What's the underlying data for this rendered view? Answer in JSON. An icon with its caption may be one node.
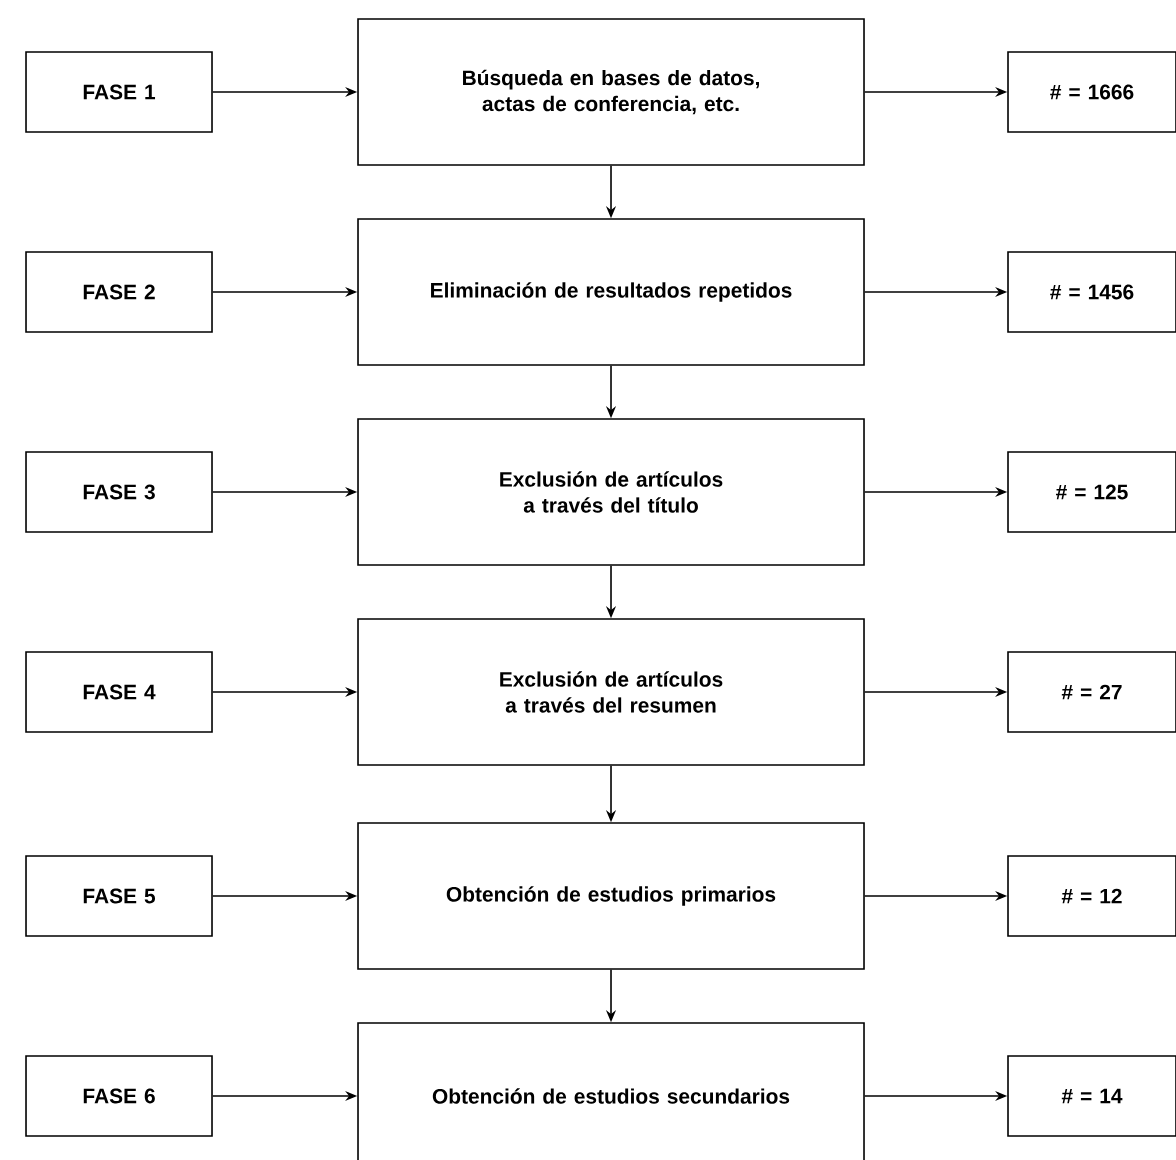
{
  "diagram": {
    "nodes": [
      {
        "text": [
          "FASE 1"
        ]
      },
      {
        "text": [
          "Búsqueda en bases de datos, actas de conferencia, etc."
        ]
      },
      {
        "text": [
          "# = 1666"
        ]
      },
      {
        "text": [
          "FASE 2"
        ]
      },
      {
        "text": [
          "Eliminación de resultados repetidos"
        ]
      },
      {
        "text": [
          "# = 1456"
        ]
      },
      {
        "text": [
          "FASE 3"
        ]
      },
      {
        "text": [
          "Exclusión de artículos a través del título"
        ]
      },
      {
        "text": [
          "# = 125"
        ]
      },
      {
        "text": [
          "FASE 4"
        ]
      },
      {
        "text": [
          "Exclusión de artículos a través del resumen"
        ]
      },
      {
        "text": [
          "# = 27"
        ]
      },
      {
        "text": [
          "FASE 5"
        ]
      },
      {
        "text": [
          "Obtención de estudios primarios"
        ]
      },
      {
        "text": [
          "# = 12"
        ]
      },
      {
        "text": [
          "FASE 6"
        ]
      },
      {
        "text": [
          "Obtención de estudios secundarios"
        ]
      },
      {
        "text": [
          "# = 14"
        ]
      }
    ],
    "edges": [
      {
        "from": 0,
        "to": 1,
        "arrow": "to"
      },
      {
        "from": 1,
        "to": 2,
        "arrow": "to"
      },
      {
        "from": 1,
        "to": 4,
        "arrow": "to"
      },
      {
        "from": 3,
        "to": 4,
        "arrow": "to"
      },
      {
        "from": 4,
        "to": 5,
        "arrow": "to"
      },
      {
        "from": 4,
        "to": 7,
        "arrow": "to"
      },
      {
        "from": 6,
        "to": 7,
        "arrow": "to"
      },
      {
        "from": 7,
        "to": 8,
        "arrow": "to"
      },
      {
        "from": 7,
        "to": 10,
        "arrow": "to"
      },
      {
        "from": 9,
        "to": 10,
        "arrow": "to"
      },
      {
        "from": 10,
        "to": 11,
        "arrow": "to"
      },
      {
        "from": 10,
        "to": 13,
        "arrow": "to"
      },
      {
        "from": 12,
        "to": 13,
        "arrow": "to"
      },
      {
        "from": 13,
        "to": 14,
        "arrow": "to"
      },
      {
        "from": 13,
        "to": 16,
        "arrow": "to"
      },
      {
        "from": 15,
        "to": 16,
        "arrow": "to"
      },
      {
        "from": 16,
        "to": 17,
        "arrow": "to"
      }
    ]
  }
}
